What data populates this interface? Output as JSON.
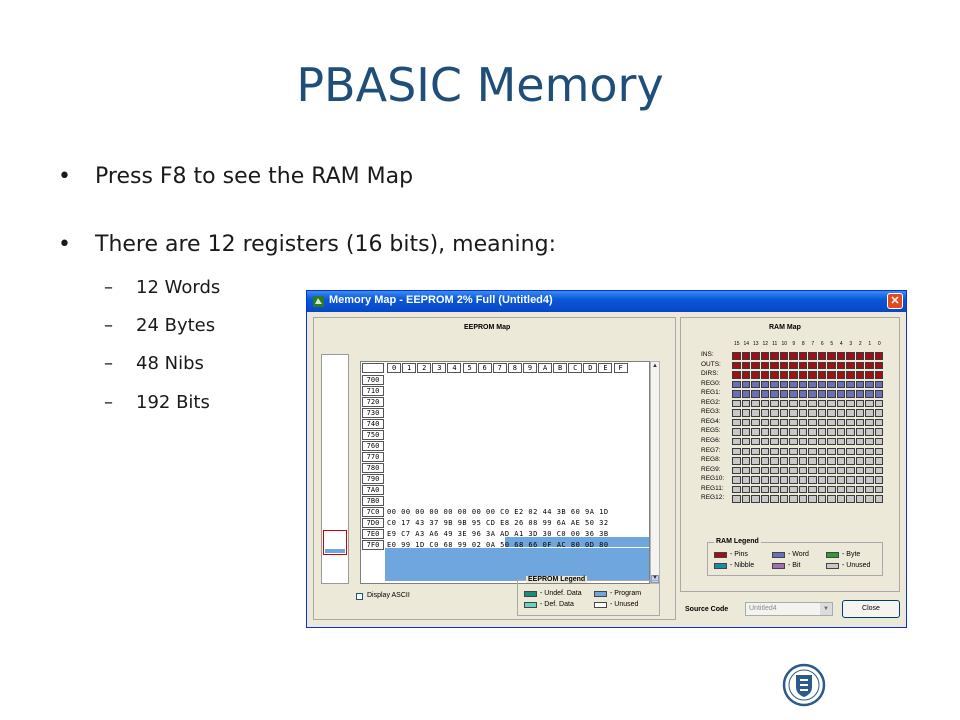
{
  "slide": {
    "title": "PBASIC Memory",
    "bullets": [
      {
        "text": "Press F8 to see the RAM Map"
      },
      {
        "text": "There are 12 registers (16 bits), meaning:"
      }
    ],
    "subbullets": [
      "12 Words",
      "24 Bytes",
      "48 Nibs",
      "192 Bits"
    ]
  },
  "window": {
    "title": "Memory Map - EEPROM 2% Full (Untitled4)",
    "close_glyph": "✕",
    "eeprom": {
      "title": "EEPROM Map",
      "columns": [
        "0",
        "1",
        "2",
        "3",
        "4",
        "5",
        "6",
        "7",
        "8",
        "9",
        "A",
        "B",
        "C",
        "D",
        "E",
        "F"
      ],
      "addresses": [
        "700",
        "710",
        "720",
        "730",
        "740",
        "750",
        "760",
        "770",
        "780",
        "790",
        "7A0",
        "7B0",
        "7C0",
        "7D0",
        "7E0",
        "7F0"
      ],
      "data_rows": [
        "00 00 00 00 00 00 00 00 C0 E2 02 44 3B 60 9A 1D",
        "C0 17 43 37 9B 9B 95 CD E8 26 08 99 6A AE 50 32",
        "E9 C7 A3 A6 49 3E 96 3A AD A1 3D 30 C0 00 36 3B",
        "E0 99 1D C0 68 99 02 0A 50 68 66 0F AC 80 0D 80"
      ],
      "display_ascii_label": "Display ASCII",
      "legend_title": "EEPROM Legend",
      "legend": [
        {
          "label": "- Undef. Data",
          "color": "#1a8c7a"
        },
        {
          "label": "- Program",
          "color": "#6fa6de"
        },
        {
          "label": "- Def. Data",
          "color": "#66d2c0"
        },
        {
          "label": "- Unused",
          "color": "#ffffff"
        }
      ]
    },
    "ram": {
      "title": "RAM Map",
      "bit_numbers": [
        "15",
        "14",
        "13",
        "12",
        "11",
        "10",
        "9",
        "8",
        "7",
        "6",
        "5",
        "4",
        "3",
        "2",
        "1",
        "0"
      ],
      "registers": [
        {
          "name": "INS:",
          "kind": "pins"
        },
        {
          "name": "OUTS:",
          "kind": "pins"
        },
        {
          "name": "DIRS:",
          "kind": "pins"
        },
        {
          "name": "REG0:",
          "kind": "word"
        },
        {
          "name": "REG1:",
          "kind": "word"
        },
        {
          "name": "REG2:",
          "kind": "unused"
        },
        {
          "name": "REG3:",
          "kind": "unused"
        },
        {
          "name": "REG4:",
          "kind": "unused"
        },
        {
          "name": "REG5:",
          "kind": "unused"
        },
        {
          "name": "REG6:",
          "kind": "unused"
        },
        {
          "name": "REG7:",
          "kind": "unused"
        },
        {
          "name": "REG8:",
          "kind": "unused"
        },
        {
          "name": "REG9:",
          "kind": "unused"
        },
        {
          "name": "REG10:",
          "kind": "unused"
        },
        {
          "name": "REG11:",
          "kind": "unused"
        },
        {
          "name": "REG12:",
          "kind": "unused"
        }
      ],
      "kind_colors": {
        "pins": "#a00f16",
        "word": "#6b6fb8",
        "unused": "#c8c8c8"
      },
      "legend_title": "RAM Legend",
      "legend": [
        {
          "label": "- Pins",
          "color": "#a00f16"
        },
        {
          "label": "- Word",
          "color": "#6b6fb8"
        },
        {
          "label": "- Byte",
          "color": "#2f9a36"
        },
        {
          "label": "- Nibble",
          "color": "#1a8ca0"
        },
        {
          "label": "- Bit",
          "color": "#a070b0"
        },
        {
          "label": "- Unused",
          "color": "#c8c8c8"
        }
      ]
    },
    "source_code_label": "Source Code",
    "source_code_value": "Untitled4",
    "close_button": "Close"
  }
}
